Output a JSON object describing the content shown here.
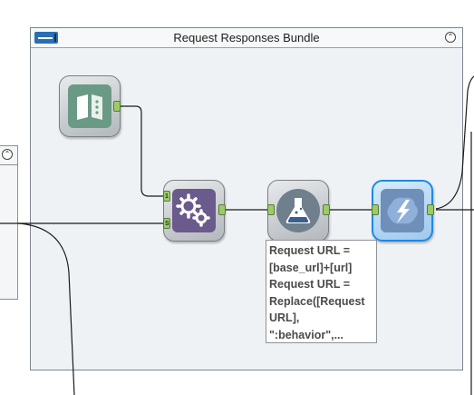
{
  "container": {
    "title": "Request Responses Bundle",
    "collapse_glyph": "⌃"
  },
  "left_container": {
    "collapse_glyph": "⌃"
  },
  "tools": [
    {
      "name": "input-tool",
      "icon": "book-icon",
      "color": "#6a9a86"
    },
    {
      "name": "macro-tool",
      "icon": "gears-icon",
      "color": "#6b5a8c"
    },
    {
      "name": "formula-tool",
      "icon": "flask-icon",
      "color": "#6f7f8c"
    },
    {
      "name": "download-tool",
      "icon": "lightning-icon",
      "color": "#6f8fb9"
    }
  ],
  "anchors": {
    "macro_in_1": "1",
    "macro_in_2": "S"
  },
  "annotation": {
    "lines": [
      "Request URL =",
      "[base_url]+[url]",
      "Request URL =",
      "Replace([Request",
      "URL],",
      "\":behavior\",..."
    ]
  },
  "colors": {
    "anchor": "#9ccc65",
    "selection": "#1e88e5",
    "wire": "#1a1a1a"
  }
}
